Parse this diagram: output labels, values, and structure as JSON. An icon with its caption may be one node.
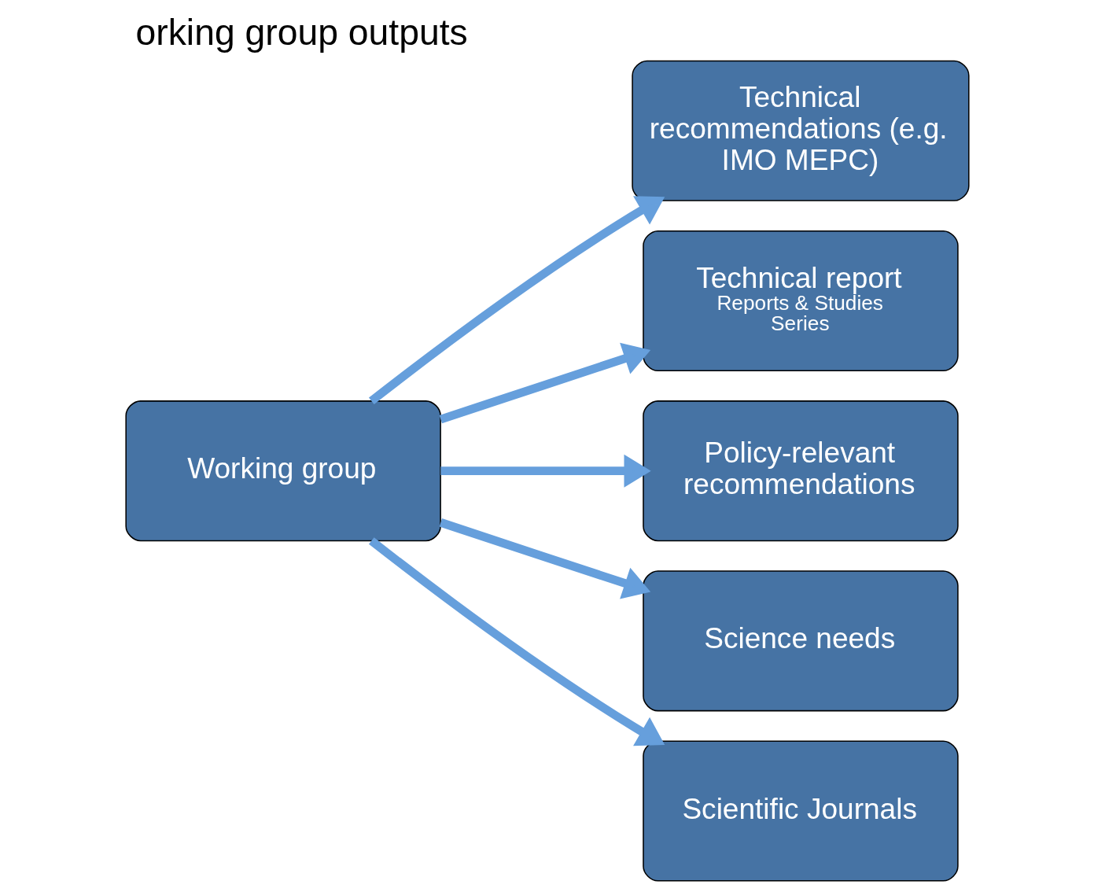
{
  "diagram": {
    "title": "orking group outputs",
    "nodes": [
      {
        "text": [
          "Working group"
        ]
      },
      {
        "text": [
          "Technical recommendations (e.g. IMO MEPC)"
        ]
      },
      {
        "text": [
          "Technical report",
          "Reports & Studies Series"
        ]
      },
      {
        "text": [
          "Policy-relevant recommendations"
        ]
      },
      {
        "text": [
          "Science needs"
        ]
      },
      {
        "text": [
          "Scientific Journals"
        ]
      }
    ],
    "edges": [
      {
        "from": 0,
        "to": 1,
        "arrow": "to"
      },
      {
        "from": 0,
        "to": 2,
        "arrow": "to"
      },
      {
        "from": 0,
        "to": 3,
        "arrow": "to"
      },
      {
        "from": 0,
        "to": 4,
        "arrow": "to"
      },
      {
        "from": 0,
        "to": 5,
        "arrow": "to"
      }
    ]
  }
}
